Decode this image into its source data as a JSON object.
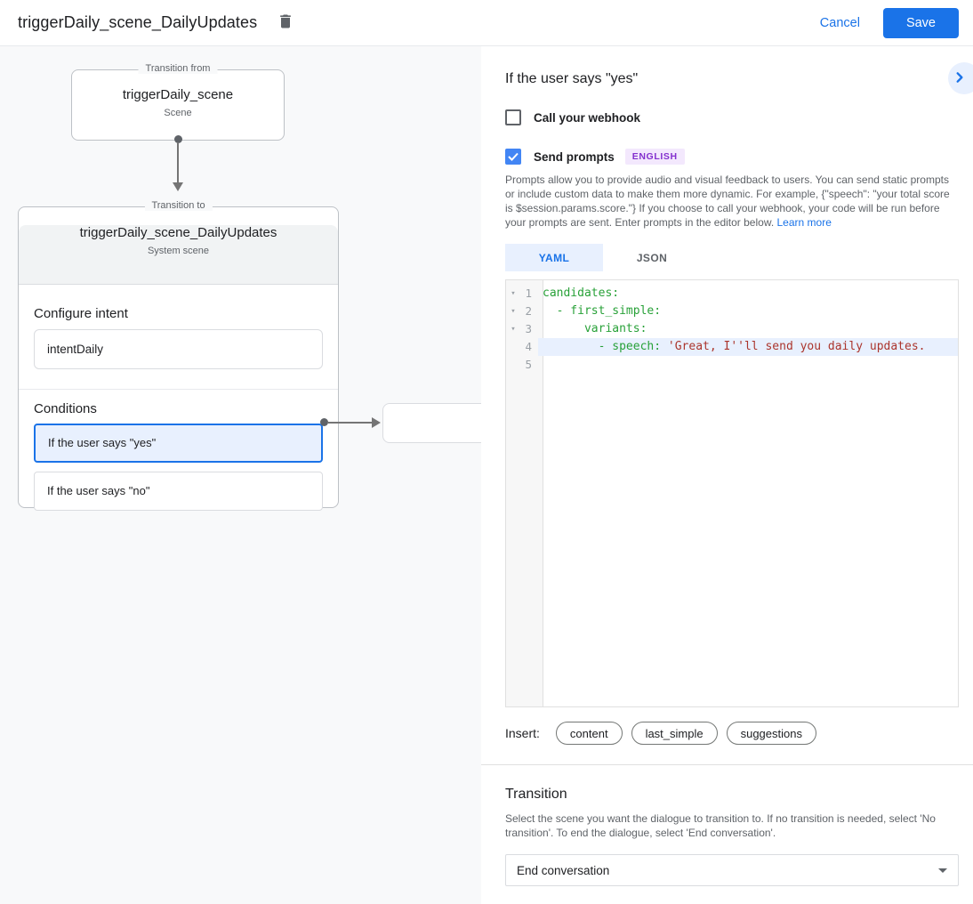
{
  "header": {
    "title": "triggerDaily_scene_DailyUpdates",
    "cancel_label": "Cancel",
    "save_label": "Save"
  },
  "colors": {
    "accent_blue": "#1a73e8",
    "selection_blue_bg": "#e8f0fe",
    "checkbox_checked_blue": "#4285f4",
    "badge_purple": "#8430ce",
    "badge_purple_bg": "#f3e8fd",
    "yaml_key_green": "#28a138",
    "yaml_string_red": "#ab352c",
    "canvas_bg": "#f8f9fa"
  },
  "icons": {
    "delete": "trash-icon",
    "collapse": "chevron-right-icon",
    "fold_arrow": "▾",
    "check": "✓",
    "dropdown": "caret-down-icon"
  },
  "flow": {
    "from": {
      "legend": "Transition from",
      "name": "triggerDaily_scene",
      "type": "Scene"
    },
    "to": {
      "legend": "Transition to",
      "name": "triggerDaily_scene_DailyUpdates",
      "type": "System scene"
    },
    "configure_intent": {
      "label": "Configure intent",
      "value": "intentDaily"
    },
    "conditions": {
      "label": "Conditions",
      "items": [
        {
          "label": "If the user says \"yes\"",
          "selected": true
        },
        {
          "label": "If the user says \"no\"",
          "selected": false
        }
      ]
    }
  },
  "panel": {
    "title": "If the user says \"yes\"",
    "webhook": {
      "label": "Call your webhook",
      "checked": false
    },
    "prompts": {
      "label": "Send prompts",
      "checked": true,
      "badge": "ENGLISH"
    },
    "description": "Prompts allow you to provide audio and visual feedback to users. You can send static prompts or include custom data to make them more dynamic. For example, {\"speech\": \"your total score is $session.params.score.\"} If you choose to call your webhook, your code will be run before your prompts are sent. Enter prompts in the editor below.",
    "learn_more": "Learn more",
    "tabs": [
      {
        "label": "YAML",
        "active": true
      },
      {
        "label": "JSON",
        "active": false
      }
    ],
    "editor": {
      "lines": [
        {
          "n": 1,
          "fold": true,
          "hl": false,
          "seg": [
            [
              "k",
              "candidates:"
            ]
          ]
        },
        {
          "n": 2,
          "fold": true,
          "hl": false,
          "seg": [
            [
              "k",
              "  - first_simple:"
            ]
          ]
        },
        {
          "n": 3,
          "fold": true,
          "hl": false,
          "seg": [
            [
              "k",
              "      variants:"
            ]
          ]
        },
        {
          "n": 4,
          "fold": false,
          "hl": true,
          "seg": [
            [
              "k",
              "        - speech: "
            ],
            [
              "s",
              "'Great, I''ll send you daily updates."
            ]
          ]
        },
        {
          "n": 5,
          "fold": false,
          "hl": false,
          "seg": []
        }
      ]
    },
    "insert": {
      "label": "Insert:",
      "buttons": [
        "content",
        "last_simple",
        "suggestions"
      ]
    },
    "transition": {
      "title": "Transition",
      "description": "Select the scene you want the dialogue to transition to. If no transition is needed, select 'No transition'. To end the dialogue, select 'End conversation'.",
      "value": "End conversation"
    }
  }
}
